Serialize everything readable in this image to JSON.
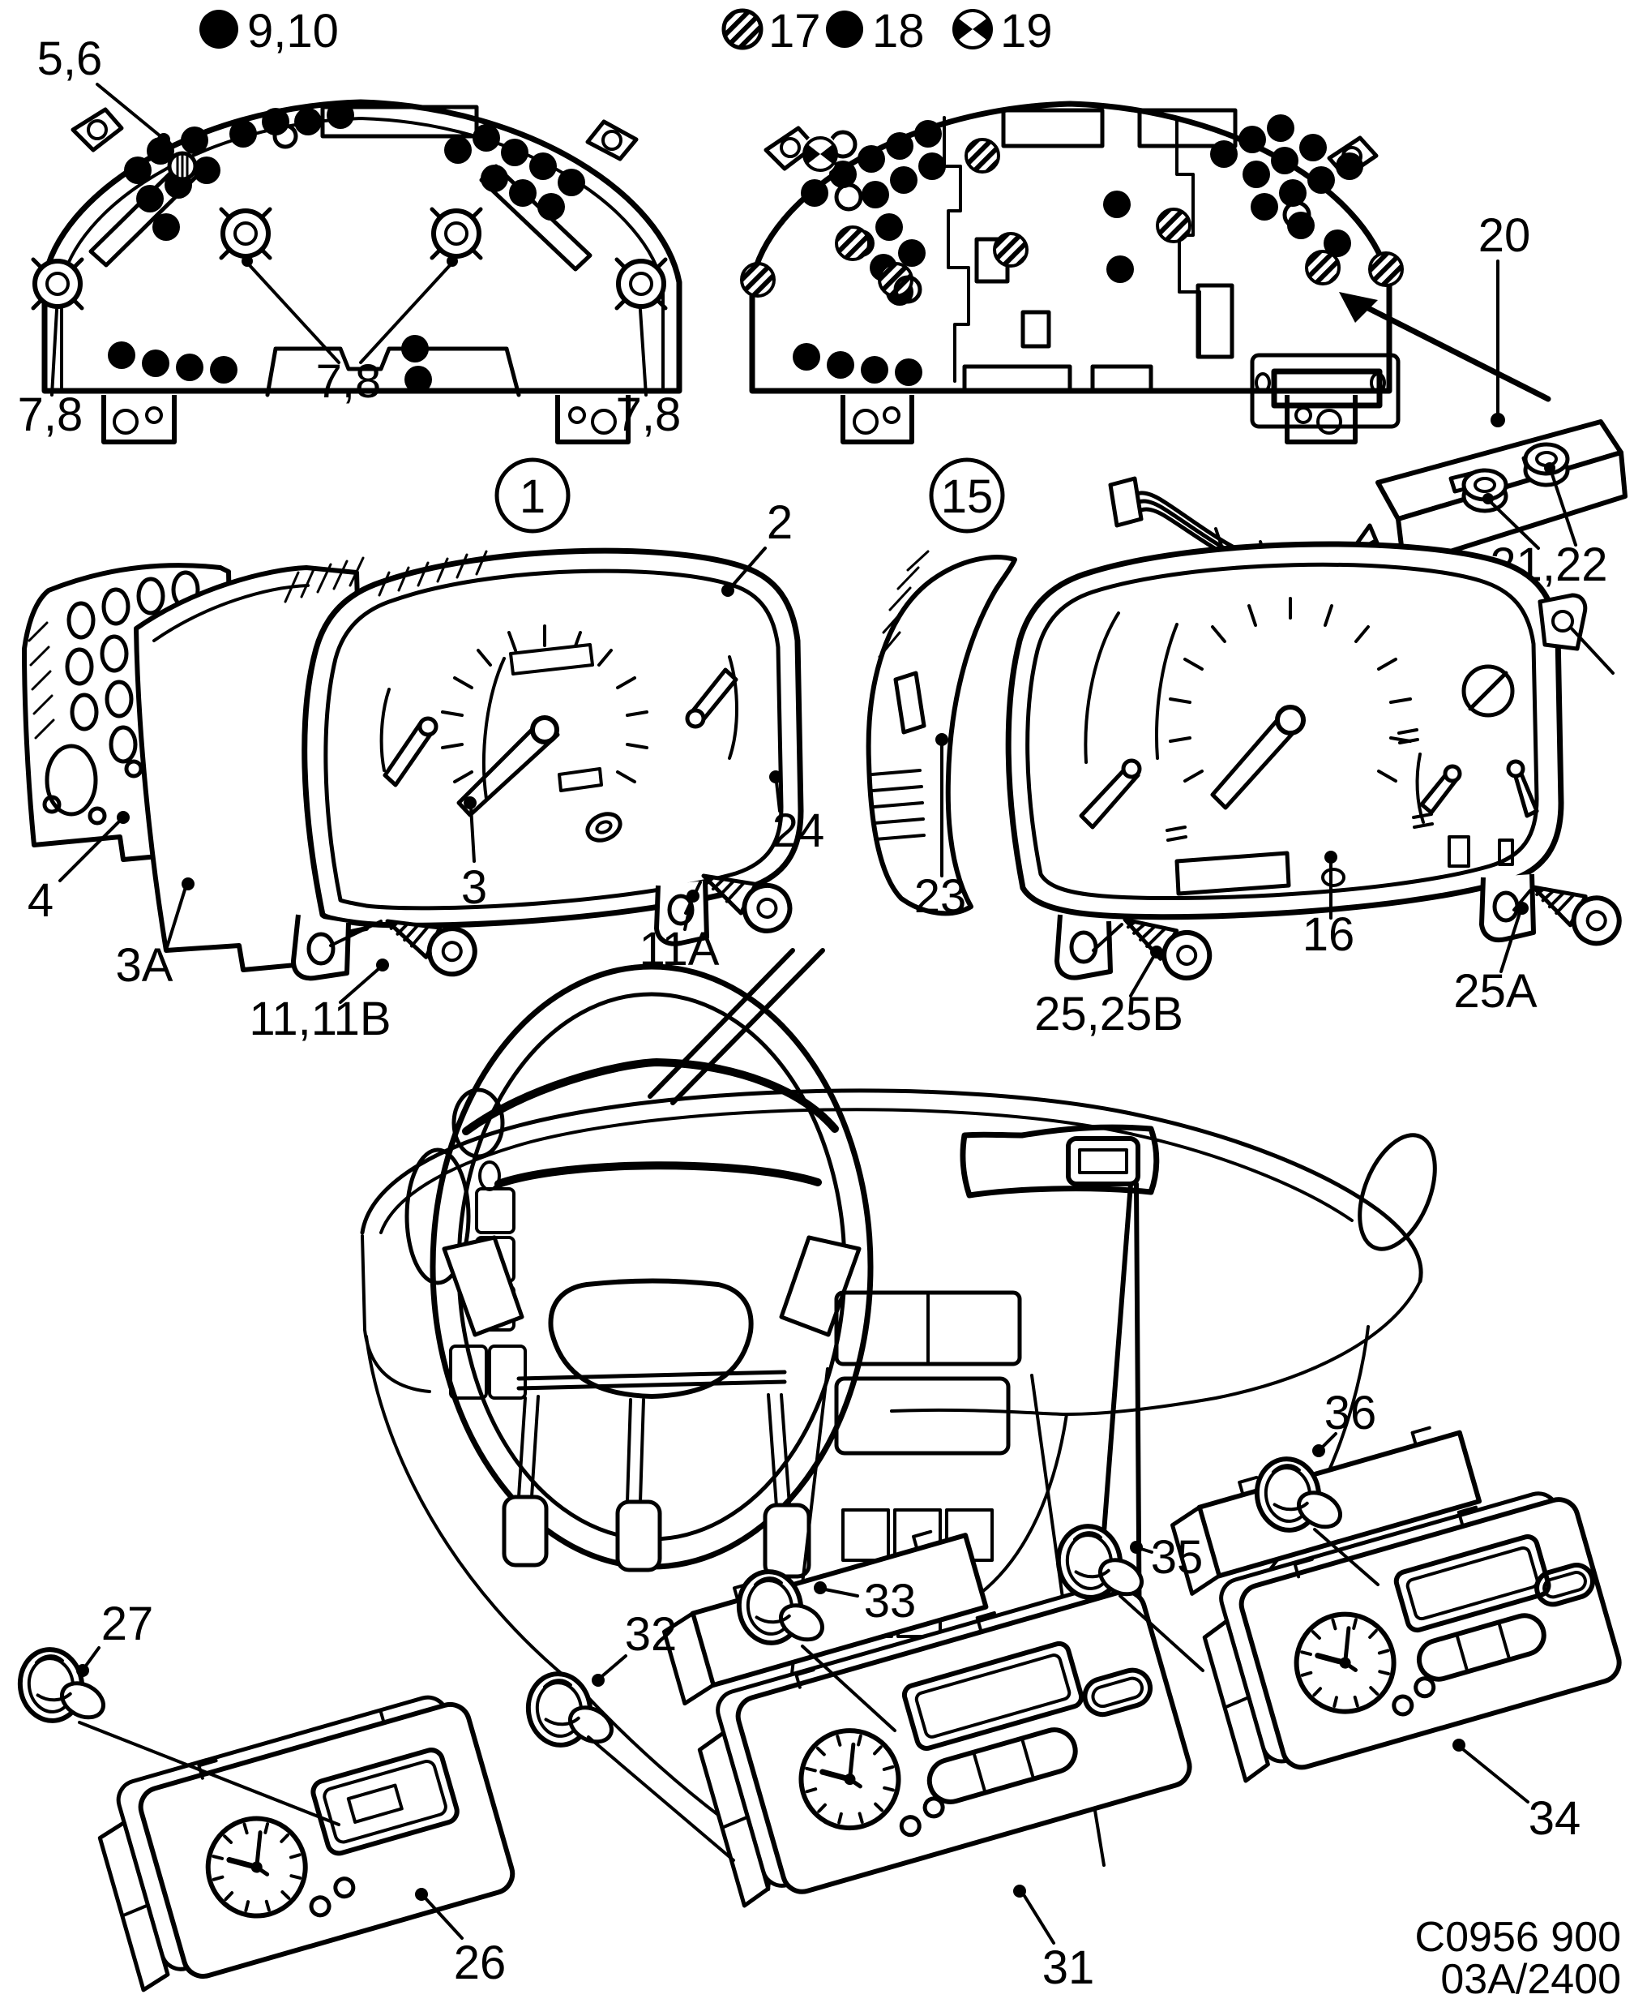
{
  "page": {
    "background": "#ffffff",
    "ink": "#000000"
  },
  "legend": {
    "left": [
      {
        "symbol": "filled-circle",
        "ref": "9,10"
      }
    ],
    "right": [
      {
        "symbol": "hatched-circle",
        "ref": "17"
      },
      {
        "symbol": "filled-circle",
        "ref": "18"
      },
      {
        "symbol": "quartered-circle",
        "ref": "19"
      }
    ]
  },
  "assemblies": {
    "left_marker": "1",
    "right_marker": "15"
  },
  "callouts": {
    "c2": "2",
    "c3": "3",
    "c3A": "3A",
    "c4": "4",
    "c5_6": "5,6",
    "c7_8": "7,8",
    "c11_11B": "11,11B",
    "c11A": "11A",
    "c16": "16",
    "c20": "20",
    "c21_22": "21,22",
    "c23": "23",
    "c24": "24",
    "c25_25B": "25,25B",
    "c25A": "25A",
    "c26": "26",
    "c27": "27",
    "c31": "31",
    "c32": "32",
    "c33": "33",
    "c34": "34",
    "c35": "35",
    "c36": "36"
  },
  "footer": {
    "drawing_code": "C0956 900",
    "edition_code": "03A/2400"
  }
}
